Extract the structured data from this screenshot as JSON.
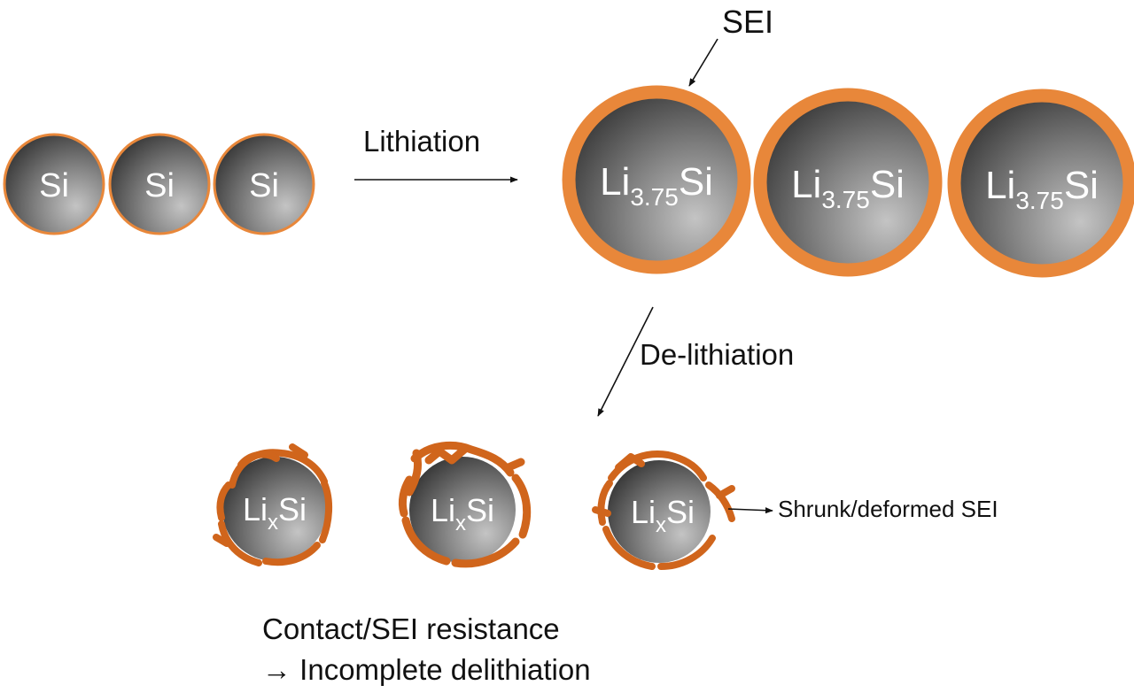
{
  "particles": {
    "silicon": {
      "label": "Si"
    },
    "lithiated": {
      "base": "Li",
      "sub": "3.75",
      "tail": "Si"
    },
    "delithiated": {
      "base": "Li",
      "sub": "x",
      "tail": "Si"
    }
  },
  "labels": {
    "sei": "SEI",
    "lithiation": "Lithiation",
    "delithiation": "De-lithiation",
    "shrunk_sei": "Shrunk/deformed SEI"
  },
  "caption": {
    "line1": "Contact/SEI resistance",
    "line2": "→ Incomplete delithiation"
  },
  "colors": {
    "sei_orange": "#e8873a",
    "deformed_sei": "#d0651c",
    "particle_dark": "#3c3c3c",
    "particle_light": "#bdbdbd"
  }
}
